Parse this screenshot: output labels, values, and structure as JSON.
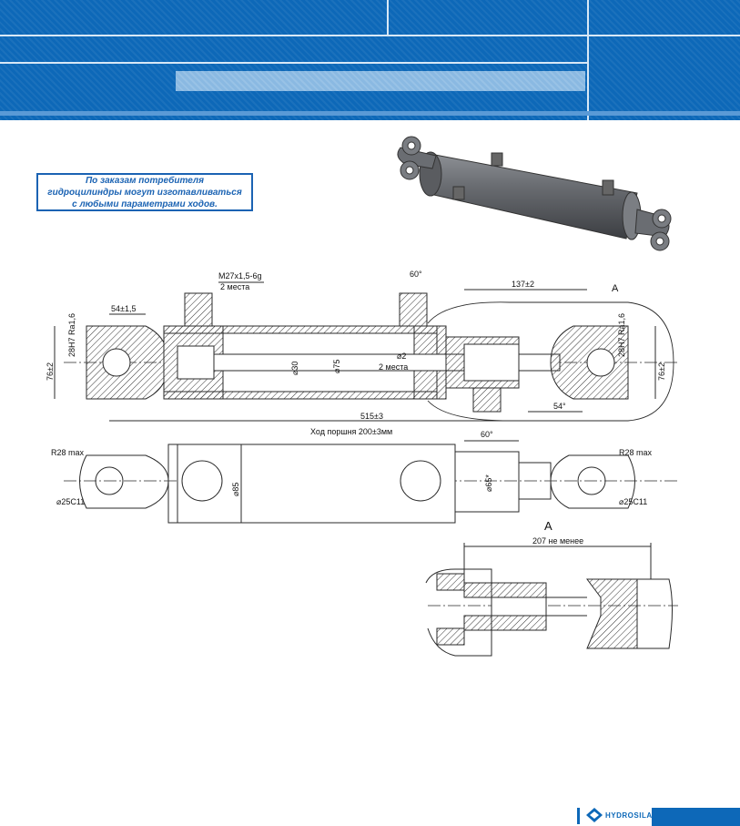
{
  "note": {
    "lines": [
      "По заказам потребителя",
      "гидроцилиндры могут изготавливаться",
      "с любыми параметрами ходов."
    ]
  },
  "drawing": {
    "thread": "M27x1,5-6g",
    "thread_qty": "2 места",
    "angle_top": "60°",
    "dim_137": "137±2",
    "section_a": "A",
    "dim_54": "54±1,5",
    "dim_28h7_left": "28H7 Ra1,6",
    "dim_76_left": "76±2",
    "dim_d30": "⌀30",
    "dim_d75": "⌀75",
    "dim_d2": "⌀2",
    "dim_d2_qty": "2 места",
    "dim_28h7_right": "28H7 Ra1,6",
    "dim_76_right": "76±2",
    "dim_54deg": "54°",
    "dim_515": "515±3",
    "stroke": "Ход поршня 200±3мм",
    "angle_60": "60°",
    "r28_left": "R28 max",
    "r28_right": "R28 max",
    "d25_left": "⌀25C11",
    "d25_right": "⌀25C11",
    "d85": "⌀85",
    "d65": "⌀65*",
    "detail_a": "A",
    "dim_207": "207 не менее"
  },
  "footer": {
    "brand": "HYDROSILA"
  },
  "colors": {
    "header_blue": "#0d68b8",
    "header_light": "#8ab9e2",
    "note_blue": "#1b63b3",
    "line": "#2a2a2a"
  }
}
